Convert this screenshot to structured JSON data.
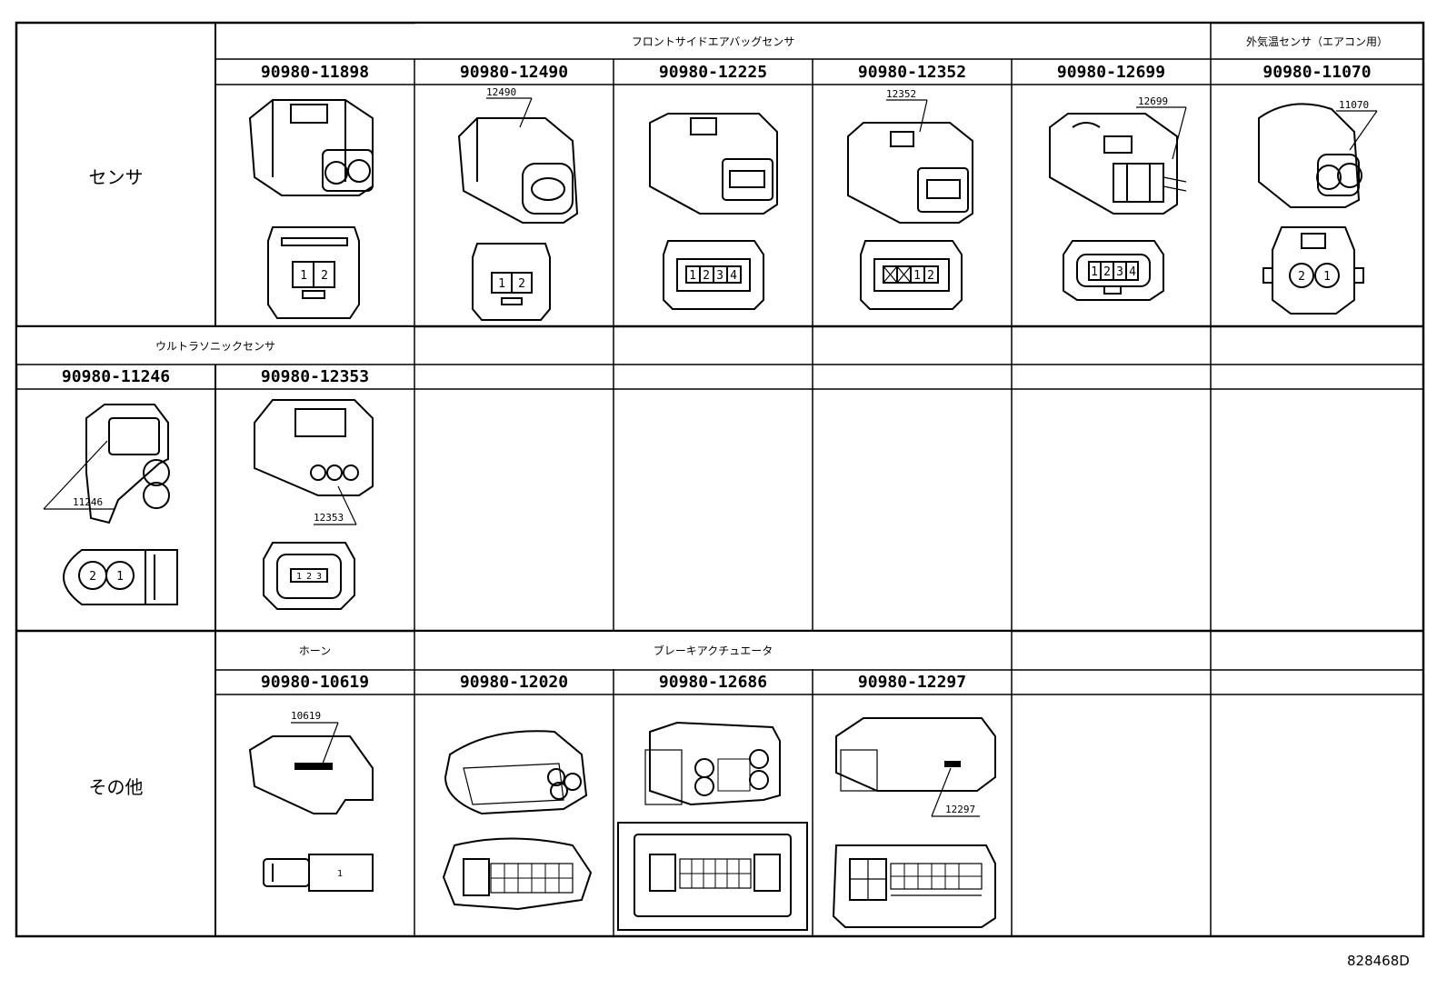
{
  "row_labels": {
    "sensor": "センサ",
    "other": "その他"
  },
  "groups": {
    "front_side_airbag": "フロントサイドエアバッグセンサ",
    "outside_temp": "外気温センサ（エアコン用）",
    "ultrasonic": "ウルトラソニックセンサ",
    "horn": "ホーン",
    "brake_actuator": "ブレーキアクチュエータ"
  },
  "parts": [
    {
      "number": "90980-11898",
      "callout": "",
      "pins": [
        "1",
        "2"
      ]
    },
    {
      "number": "90980-12490",
      "callout": "12490",
      "pins": [
        "1",
        "2"
      ]
    },
    {
      "number": "90980-12225",
      "callout": "",
      "pins": [
        "1",
        "2",
        "3",
        "4"
      ]
    },
    {
      "number": "90980-12352",
      "callout": "12352",
      "pins": [
        "1",
        "2"
      ]
    },
    {
      "number": "90980-12699",
      "callout": "12699",
      "pins": [
        "1",
        "2",
        "3",
        "4"
      ]
    },
    {
      "number": "90980-11070",
      "callout": "11070",
      "pins": [
        "2",
        "1"
      ]
    },
    {
      "number": "90980-11246",
      "callout": "11246",
      "pins": [
        "2",
        "1"
      ]
    },
    {
      "number": "90980-12353",
      "callout": "12353",
      "pins": [
        "1",
        "2",
        "3"
      ]
    },
    {
      "number": "90980-10619",
      "callout": "10619",
      "pins": [
        "1"
      ]
    },
    {
      "number": "90980-12020",
      "callout": "",
      "pins": []
    },
    {
      "number": "90980-12686",
      "callout": "",
      "pins": []
    },
    {
      "number": "90980-12297",
      "callout": "12297",
      "pins": []
    }
  ],
  "figure_id": "828468D"
}
